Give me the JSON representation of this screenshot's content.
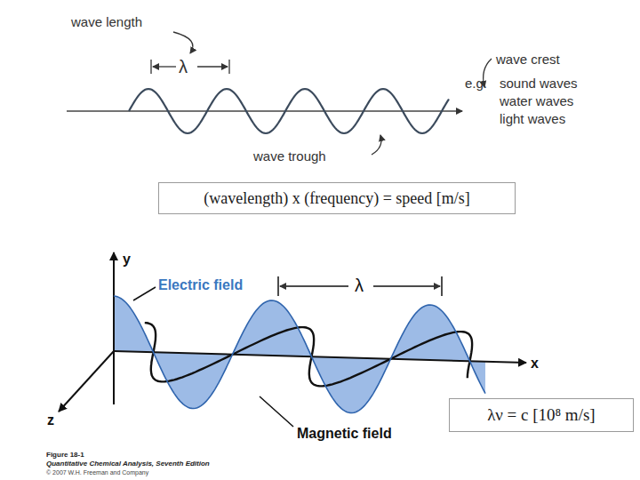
{
  "diagram": {
    "nodes": [
      {
        "text": [
          "(wavelength) x (frequency) = speed [m/s]"
        ]
      },
      {
        "text": [
          "λν = c [10⁸ m/s]"
        ]
      }
    ],
    "labels": [
      "wave length",
      "λ",
      "wave crest",
      "e.g.",
      "sound waves",
      "water waves",
      "light waves",
      "wave trough",
      "y",
      "Electric field",
      "λ",
      "x",
      "z",
      "Magnetic field",
      "Figure 18-1",
      "Quantitative Chemical Analysis, Seventh Edition",
      "© 2007 W.H. Freeman and Company"
    ]
  }
}
